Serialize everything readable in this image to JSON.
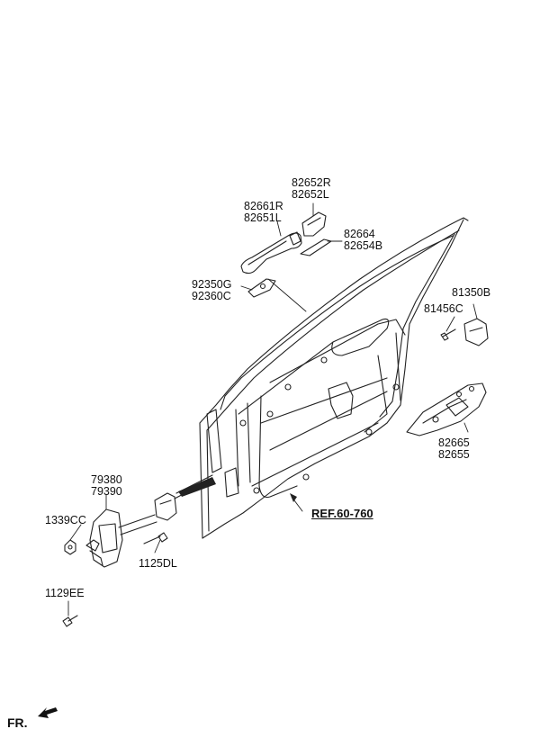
{
  "labels": {
    "handle_cover_r": "82652R",
    "handle_cover_l": "82652L",
    "handle_r": "82661R",
    "handle_l": "82651L",
    "pad_1": "82664",
    "pad_2": "82654B",
    "bracket_1": "92350G",
    "bracket_2": "92360C",
    "striker": "81350B",
    "striker_bolt": "81456C",
    "latch_1": "82665",
    "latch_2": "82655",
    "checker_1": "79380",
    "checker_2": "79390",
    "nut": "1339CC",
    "bolt_checker": "1125DL",
    "bolt_hinge": "1129EE",
    "reference": "REF.60-760",
    "front_indicator": "FR."
  }
}
